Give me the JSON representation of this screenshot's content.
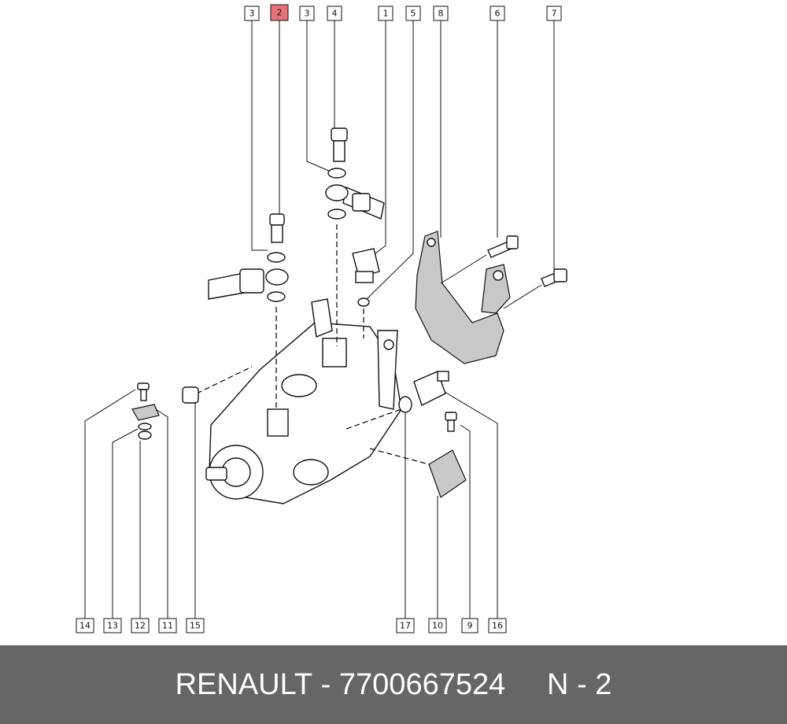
{
  "footer": {
    "brand": "RENAULT",
    "separator": " - ",
    "part_number": "7700667524",
    "note": "N - 2"
  },
  "callouts_top": [
    "3",
    "2",
    "3",
    "4",
    "1",
    "5",
    "8",
    "6",
    "7"
  ],
  "callouts_bottom": [
    "14",
    "13",
    "12",
    "11",
    "15",
    "17",
    "10",
    "9",
    "16"
  ],
  "highlighted_callout": "2",
  "colors": {
    "highlight": "#e8727a",
    "footer_bg": "#666666",
    "footer_text": "#ffffff"
  }
}
